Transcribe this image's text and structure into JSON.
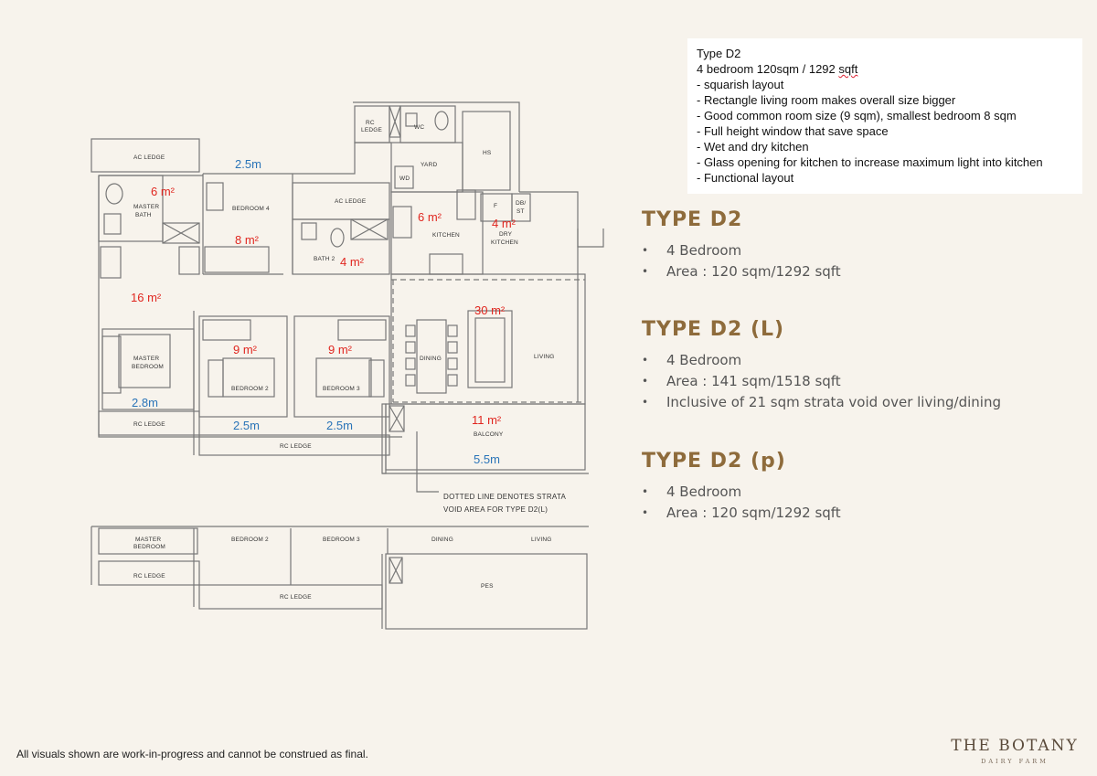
{
  "note": {
    "lines": [
      "Type D2",
      "4 bedroom 120sqm / 1292 sqft",
      "- squarish layout",
      "- Rectangle living room makes overall size bigger",
      "- Good common room size (9 sqm), smallest bedroom 8 sqm",
      "- Full height window that save space",
      "- Wet and dry kitchen",
      "- Glass opening for kitchen to increase maximum light into kitchen",
      "- Functional layout"
    ]
  },
  "types": [
    {
      "title": "TYPE D2",
      "items": [
        "4 Bedroom",
        "Area : 120 sqm/1292 sqft"
      ]
    },
    {
      "title": "TYPE D2 (L)",
      "items": [
        "4 Bedroom",
        "Area : 141 sqm/1518 sqft",
        "Inclusive of 21 sqm strata void over living/dining"
      ]
    },
    {
      "title": "TYPE D2 (p)",
      "items": [
        "4 Bedroom",
        "Area : 120 sqm/1292 sqft"
      ]
    }
  ],
  "plan": {
    "rooms": {
      "ac_ledge_left": "AC LEDGE",
      "master_bath_1": "MASTER",
      "master_bath_2": "BATH",
      "bedroom4": "BEDROOM 4",
      "ac_ledge_mid": "AC LEDGE",
      "rc_ledge_top_1": "RC",
      "rc_ledge_top_2": "LEDGE",
      "wc": "WC",
      "hs": "HS",
      "yard": "YARD",
      "wd": "WD",
      "kitchen": "KITCHEN",
      "f": "F",
      "db_st_1": "DB/",
      "db_st_2": "ST",
      "dry_kitchen_1": "DRY",
      "dry_kitchen_2": "KITCHEN",
      "bath2": "BATH 2",
      "master_bedroom_1": "MASTER",
      "master_bedroom_2": "BEDROOM",
      "bedroom2": "BEDROOM 2",
      "bedroom3": "BEDROOM 3",
      "dining": "DINING",
      "living": "LIVING",
      "balcony": "BALCONY",
      "rc_ledge_left": "RC LEDGE",
      "rc_ledge_bottom": "RC LEDGE"
    },
    "areas": {
      "master_bath": "6 m²",
      "bedroom4": "8 m²",
      "kitchen": "6 m²",
      "dry_kitchen": "4 m²",
      "bath2": "4 m²",
      "master_bedroom": "16 m²",
      "living": "30 m²",
      "bedroom2": "9 m²",
      "bedroom3": "9 m²",
      "balcony": "11 m²"
    },
    "dims": {
      "bedroom4_width": "2.5m",
      "master_bedroom_width": "2.8m",
      "bedroom2_width": "2.5m",
      "bedroom3_width": "2.5m",
      "balcony_width": "5.5m"
    },
    "strata_note_1": "DOTTED LINE DENOTES STRATA",
    "strata_note_2": "VOID AREA FOR TYPE D2(L)",
    "pes_plan": {
      "master_bedroom_1": "MASTER",
      "master_bedroom_2": "BEDROOM",
      "bedroom2": "BEDROOM 2",
      "bedroom3": "BEDROOM 3",
      "dining": "DINING",
      "living": "LIVING",
      "rc_ledge_left": "RC LEDGE",
      "rc_ledge_bottom": "RC LEDGE",
      "pes": "PES"
    }
  },
  "footer": "All visuals shown are work-in-progress and cannot be construed as final.",
  "brand": {
    "name": "THE BOTANY",
    "sub": "DAIRY FARM"
  }
}
